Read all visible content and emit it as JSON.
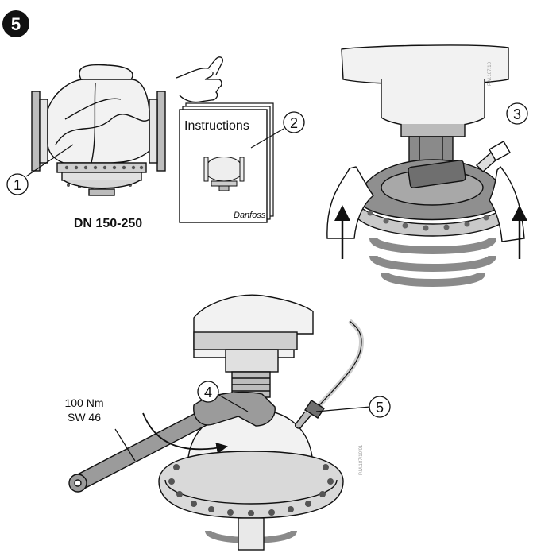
{
  "step_badge": "5",
  "valve_caption": "DN 150-250",
  "manual": {
    "title": "Instructions",
    "logo": "Danfoss"
  },
  "callouts": [
    "1",
    "2",
    "3",
    "4",
    "5"
  ],
  "torque": {
    "value": "100 Nm",
    "wrench_size": "SW 46"
  },
  "drawing_refs": {
    "top": "P.M.187/10",
    "bottom": "P.M.187/10/01"
  },
  "colors": {
    "line": "#111111",
    "fill_light": "#f2f2f2",
    "fill_mid": "#9c9c9c",
    "fill_dark": "#6f6f6f"
  }
}
